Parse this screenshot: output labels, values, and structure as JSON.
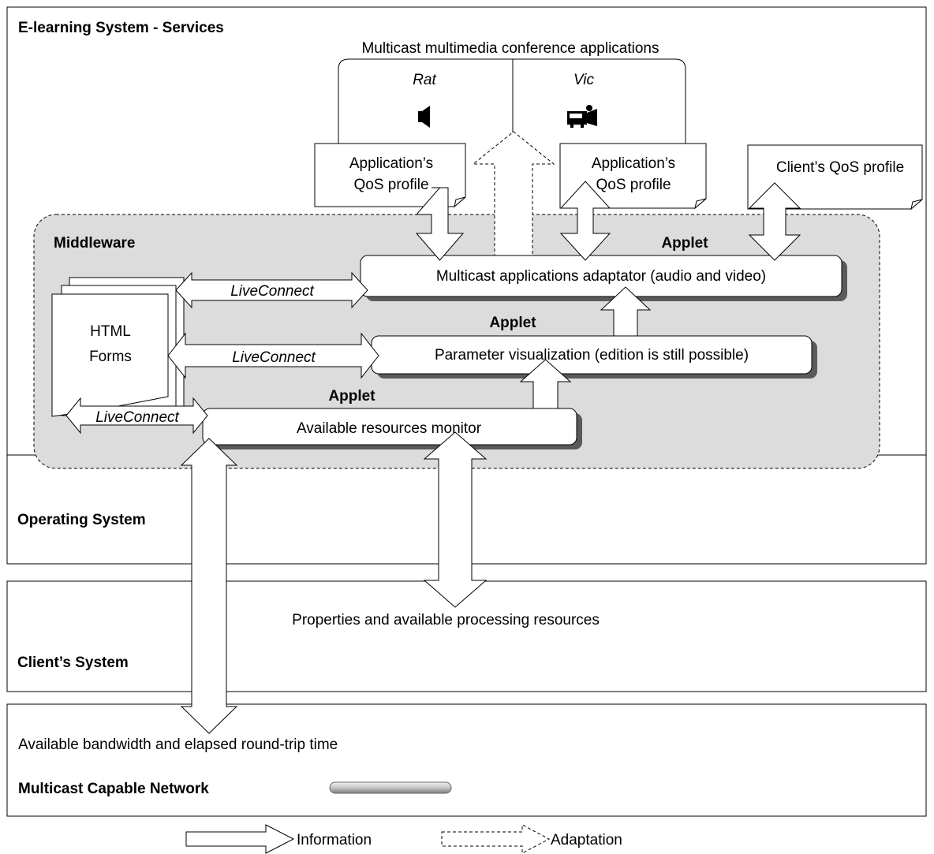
{
  "layers": {
    "services": "E-learning System - Services",
    "middleware": "Middleware",
    "operating_system": "Operating System",
    "client_system": "Client’s System",
    "network": "Multicast Capable Network"
  },
  "apps": {
    "title": "Multicast multimedia conference applications",
    "rat": "Rat",
    "vic": "Vic",
    "speaker_icon": "speaker-icon",
    "camera_icon": "video-camera-icon"
  },
  "profiles": {
    "app_line1": "Application’s",
    "app_line2": "QoS profile",
    "client": "Client’s QoS profile"
  },
  "applets": {
    "label": "Applet",
    "adaptator": "Multicast applications adaptator (audio and video)",
    "visualization": "Parameter visualization (edition is still possible)",
    "monitor": "Available resources monitor"
  },
  "html_forms": {
    "line1": "HTML",
    "line2": "Forms"
  },
  "liveconnect": "LiveConnect",
  "notes": {
    "processing": "Properties and available processing resources",
    "bandwidth": "Available bandwidth and elapsed round-trip time"
  },
  "legend": {
    "information": "Information",
    "adaptation": "Adaptation"
  }
}
